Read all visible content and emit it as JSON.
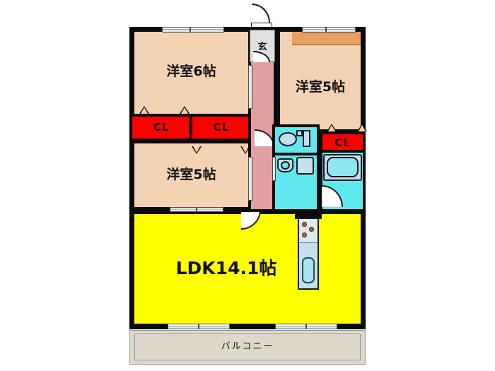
{
  "plan": {
    "type": "floor-plan",
    "unit_layout": "3LDK",
    "background_color": "#ffffff",
    "wall_color": "#0a0a0a",
    "colors": {
      "room": "#f3d3b3",
      "ldk": "#ffff00",
      "hallway": "#e0a0a0",
      "wet_area": "#60e8f0",
      "closet": "#ff0000",
      "shelf": "#e8a061",
      "balcony": "#ded8cc",
      "genkan": "#e0e0e0",
      "fixture": "#c5dff0"
    }
  },
  "rooms": {
    "bedroom_nw": {
      "label": "洋室6帖",
      "size_jo": 6
    },
    "bedroom_sw": {
      "label": "洋室5帖",
      "size_jo": 5
    },
    "bedroom_ne": {
      "label": "洋室5帖",
      "size_jo": 5
    },
    "living": {
      "label": "LDK14.1帖",
      "size_jo": 14.1
    },
    "balcony": {
      "label": "バルコニー"
    },
    "entrance": {
      "label": "玄"
    }
  },
  "closets": [
    {
      "label": "CL",
      "location": "bedroom-nw-left"
    },
    {
      "label": "CL",
      "location": "bedroom-nw-right"
    },
    {
      "label": "CL",
      "location": "corridor-east"
    }
  ],
  "fixtures": [
    {
      "name": "toilet",
      "icon": "toilet-icon"
    },
    {
      "name": "washbasin",
      "icon": "washbasin-icon"
    },
    {
      "name": "washing-machine",
      "icon": "washing-machine-icon"
    },
    {
      "name": "bathtub",
      "icon": "bathtub-icon"
    },
    {
      "name": "kitchen-stove",
      "icon": "stove-icon",
      "burners": 3
    },
    {
      "name": "kitchen-sink",
      "icon": "sink-icon"
    }
  ]
}
